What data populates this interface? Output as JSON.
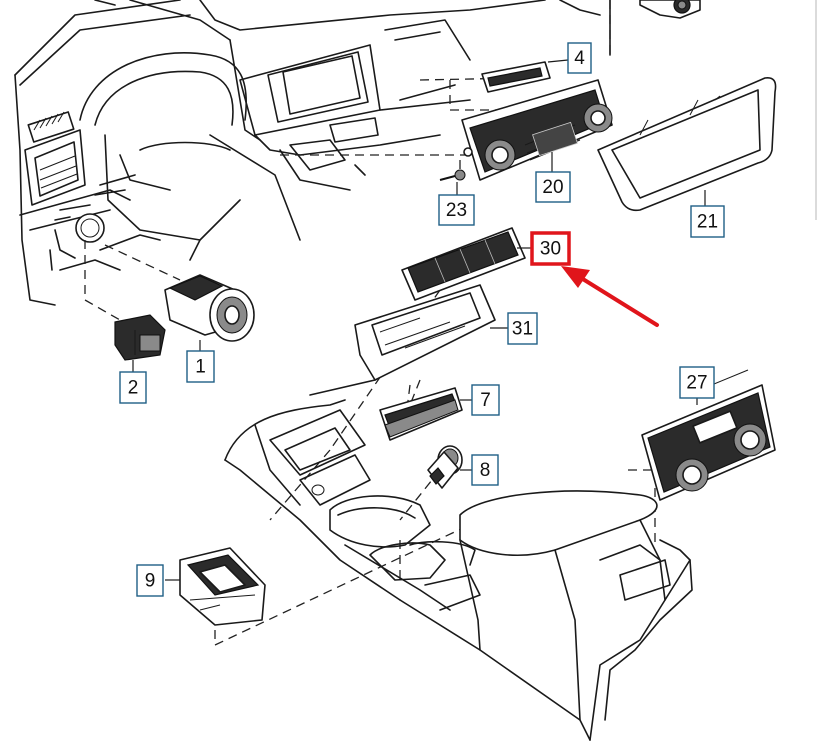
{
  "diagram": {
    "colors": {
      "highlight": "#e0151b",
      "callout_border": "#1f5f86",
      "line": "#1a1a1a"
    },
    "callouts": {
      "c1": "1",
      "c2": "2",
      "c4": "4",
      "c7": "7",
      "c8": "8",
      "c9": "9",
      "c20": "20",
      "c21": "21",
      "c23": "23",
      "c27": "27",
      "c30": "30",
      "c31": "31"
    },
    "highlighted_part": "30",
    "icons": [
      "red-arrow-icon"
    ]
  }
}
